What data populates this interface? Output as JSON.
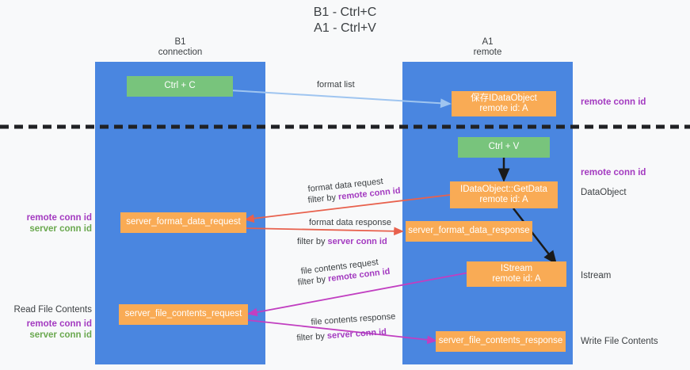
{
  "title": {
    "line1": "B1 - Ctrl+C",
    "line2": "A1 - Ctrl+V"
  },
  "columns": [
    {
      "name": "B1",
      "role": "connection"
    },
    {
      "name": "A1",
      "role": "remote"
    }
  ],
  "nodes": {
    "ctrl_c": "Ctrl + C",
    "ctrl_v": "Ctrl + V",
    "idataobject_l1": "保存IDataObject",
    "idataobject_l2": "remote id: A",
    "getdata_l1": "IDataObject::GetData",
    "getdata_l2": "remote id: A",
    "istream_l1": "IStream",
    "istream_l2": "remote id: A",
    "server_format_data_request": "server_format_data_request",
    "server_format_data_response": "server_format_data_response",
    "server_file_contents_request": "server_file_contents_request",
    "server_file_contents_response": "server_file_contents_response"
  },
  "mid_labels": {
    "format_list": "format list",
    "format_data_request": "format data request",
    "format_data_request_filter_prefix": "filter by ",
    "format_data_request_filter_key": "remote conn id",
    "format_data_response": "format data response",
    "format_data_response_filter_prefix": "filter by ",
    "format_data_response_filter_key": "server conn id",
    "file_contents_request": "file contents request",
    "file_contents_request_filter_prefix": "filter by ",
    "file_contents_request_filter_key": "remote conn id",
    "file_contents_response": "file contents response",
    "file_contents_response_filter_prefix": "filter by ",
    "file_contents_response_filter_key": "server conn id"
  },
  "left_labels": {
    "conn_ids_remote": "remote conn id",
    "conn_ids_server": "server conn id",
    "read_file_contents": "Read File Contents",
    "read_remote": "remote conn id",
    "read_server": "server conn id"
  },
  "right_labels": {
    "remote_conn_id_top": "remote conn id",
    "remote_conn_id_mid": "remote conn id",
    "dataobject": "DataObject",
    "istream": "Istream",
    "write_file_contents": "Write File Contents"
  },
  "colors": {
    "lane": "#4a86e0",
    "green_node": "#78c47c",
    "orange_node": "#f9ab55",
    "purple_text": "#a33ac0",
    "green_text": "#6aa84f",
    "arrow_blue": "#9fc5f0",
    "arrow_red": "#e8614d",
    "arrow_magenta": "#c13fc1",
    "arrow_black": "#1a1a1a",
    "background": "#f8f9fa"
  }
}
